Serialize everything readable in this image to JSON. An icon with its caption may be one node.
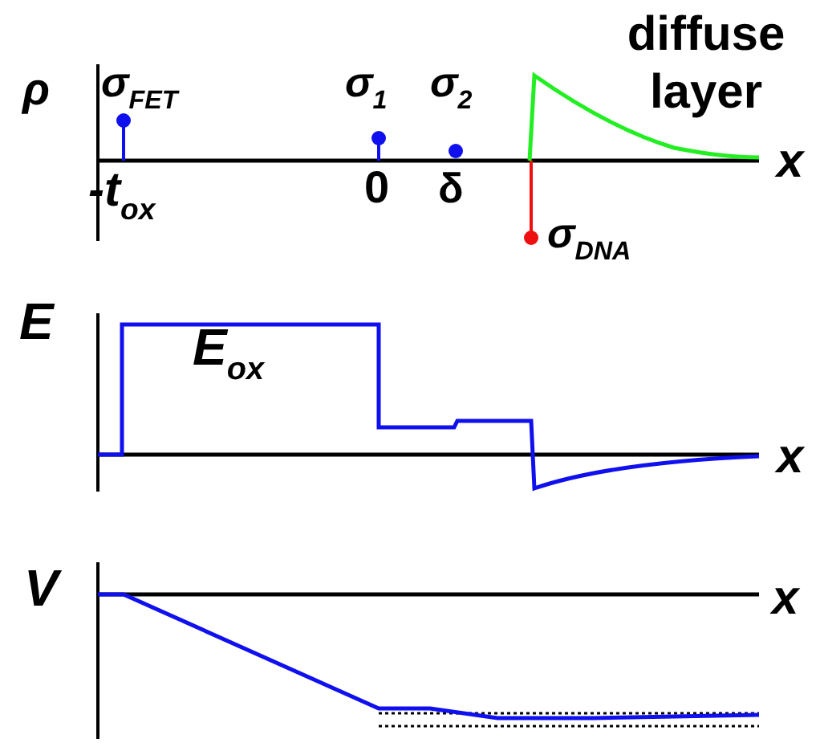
{
  "diagram": {
    "labels": [
      "diffuse layer",
      "ρ",
      "σ$_{FET}$",
      "σ$_{1}$",
      "σ$_{2}$",
      "x",
      "-t$_{ox}$",
      "0",
      "δ",
      "σ$_{DNA}$",
      "E",
      "E$_{ox}$",
      "x",
      "V",
      "x"
    ]
  }
}
